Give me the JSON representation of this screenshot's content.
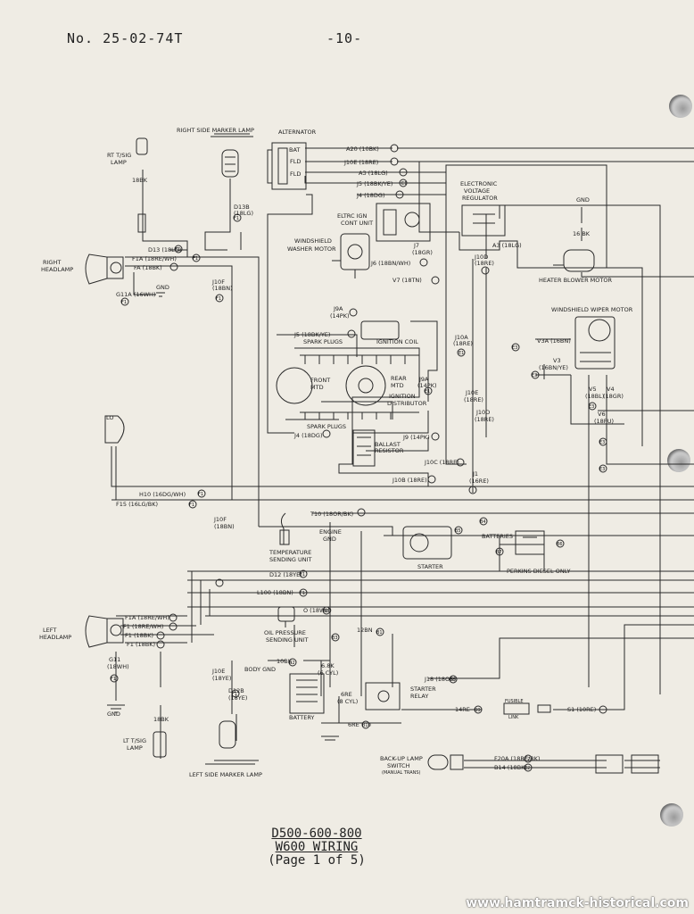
{
  "header": {
    "doc_number": "No. 25-02-74T",
    "page_number": "-10-"
  },
  "title": {
    "line1": "D500-600-800",
    "line2": "W600 WIRING",
    "line3": "(Page 1 of 5)"
  },
  "watermark": "www.hamtramck-historical.com",
  "components": {
    "right_marker": "RIGHT SIDE MARKER LAMP",
    "alternator": "ALTERNATOR",
    "rt_sig": "RT T/SIG",
    "lamp": "LAMP",
    "right_headlamp_1": "RIGHT",
    "headlamp": "HEADLAMP",
    "gnd": "GND",
    "evr_1": "ELECTRONIC",
    "evr_2": "VOLTAGE",
    "evr_3": "REGULATOR",
    "eic_1": "ELTRC IGN",
    "eic_2": "CONT UNIT",
    "wsw_1": "WINDSHIELD",
    "wsw_2": "WASHER MOTOR",
    "heater": "HEATER BLOWER MOTOR",
    "wiper": "WINDSHIELD WIPER MOTOR",
    "spark_plugs": "SPARK PLUGS",
    "ign_coil": "IGNITION COIL",
    "front_1": "FRONT",
    "mtd": "MTD",
    "rear_1": "REAR",
    "ign_dist_1": "IGNITION",
    "ign_dist_2": "DISTRIBUTOR",
    "ballast_1": "BALLAST",
    "ballast_2": "RESISTOR",
    "temp_1": "TEMPERATURE",
    "temp_2": "SENDING UNIT",
    "engine_1": "ENGINE",
    "starter": "STARTER",
    "batteries": "BATTERIES",
    "perkins": "PERKINS DIESEL ONLY",
    "left_headlamp_1": "LEFT",
    "oil_1": "OIL PRESSURE",
    "oil_2": "SENDING UNIT",
    "body_gnd": "BODY GND",
    "battery": "BATTERY",
    "starter_relay_1": "STARTER",
    "starter_relay_2": "RELAY",
    "fusible_1": "FUSIBLE",
    "fusible_2": "LINK",
    "lt_sig_1": "LT T/SIG",
    "left_marker": "LEFT SIDE MARKER LAMP",
    "backup_1": "BACK-UP LAMP",
    "backup_2": "SWITCH",
    "backup_3": "(MANUAL TRANS)",
    "lo": "LO",
    "bat": "BAT",
    "fld": "FLD"
  },
  "wires": {
    "a20": "A20 (10BK)",
    "j10e": "J10E (18RE)",
    "a3": "A3 (18LG)",
    "j5": "J5 (18BK/YE)",
    "j4": "J4 (18DG)",
    "a3b": "A3 (18LG)",
    "j7_1": "J7",
    "j7_2": "(18GR)",
    "j6": "J6 (18BN/WH)",
    "v7": "V7 (18TN)",
    "d13b_1": "D13B",
    "d13b_2": "(18LG)",
    "d13": "D13 (18LG)",
    "f1a": "F1A (18RE/WH)",
    "fa": "FA (18BK)",
    "g11a": "G11A (16WH)",
    "j10f_1": "J10F",
    "j10f_2": "(18BN)",
    "j9a_1": "J9A",
    "j9a_2": "(14PK)",
    "j5b": "J5 (18BK/YE)",
    "j10a_1": "J10A",
    "j10a_2": "(18RE)",
    "j10d_1": "J10D",
    "j10d_2": "(18RE)",
    "v3a": "V3A (16BN)",
    "v3_1": "V3",
    "v3_2": "(16BN/YE)",
    "v5_1": "V5",
    "v5_2": "(18BL)",
    "v4_1": "V4",
    "v4_2": "(18GR)",
    "v6_1": "V6",
    "v6_2": "(18PU)",
    "j9b_1": "J9A",
    "j9b_2": "(14PK)",
    "j10e2_1": "J10E",
    "j10e2_2": "(18RE)",
    "j10d2_1": "J10D",
    "j10d2_2": "(18RE)",
    "j4b": "J4 (18DG)",
    "j9": "J9 (14PK)",
    "j10c": "J10C (18RE)",
    "j10b": "J10B (18RE)",
    "j1_1": "J1",
    "j1_2": "(16RE)",
    "h10": "H10 (16DG/WH)",
    "f15": "F15 (16LG/BK)",
    "t10": "T10 (18OR/BK)",
    "j10f2_1": "J10F",
    "j10f2_2": "(18BN)",
    "d12": "D12 (18YE)",
    "l100": "L100 (18BN)",
    "o": "O (18WH)",
    "f1a2": "F1A (18RE/WH)",
    "f1b": "F1 (18RE/WH)",
    "f1c": "F1 (18BK)",
    "f1d": "F1 (18BK)",
    "g11_1": "G11",
    "g11_2": "(18WH)",
    "r10bk": "10BK",
    "j10e3_1": "J10E",
    "j10e3_2": "(18YE)",
    "d12b_1": "D12B",
    "d12b_2": "(18YE)",
    "bk18": "18BK",
    "bk16": "16 BK",
    "bk18b": "18BK",
    "bn12": "12BN",
    "bk68_1": "6.8K",
    "bk68_2": "(6 CYL)",
    "re6_1": "6RE",
    "re6_2": "(8 CYL)",
    "re6b": "6RE",
    "j18": "J18 (18OR)",
    "re14": "14RE",
    "s1": "S1 (10RE)",
    "f20a": "F20A (18RE/BK)",
    "b14": "B14 (18BK)"
  },
  "connectors": {
    "e1": "E1",
    "e2": "E2",
    "e3": "E3",
    "f1": "F1",
    "b1": "B1",
    "b2": "B2",
    "b3": "B3",
    "b4": "B4",
    "b5": "B5",
    "b6": "B6",
    "b7": "B7",
    "b8": "B8",
    "b9": "B9",
    "b10": "B10"
  }
}
